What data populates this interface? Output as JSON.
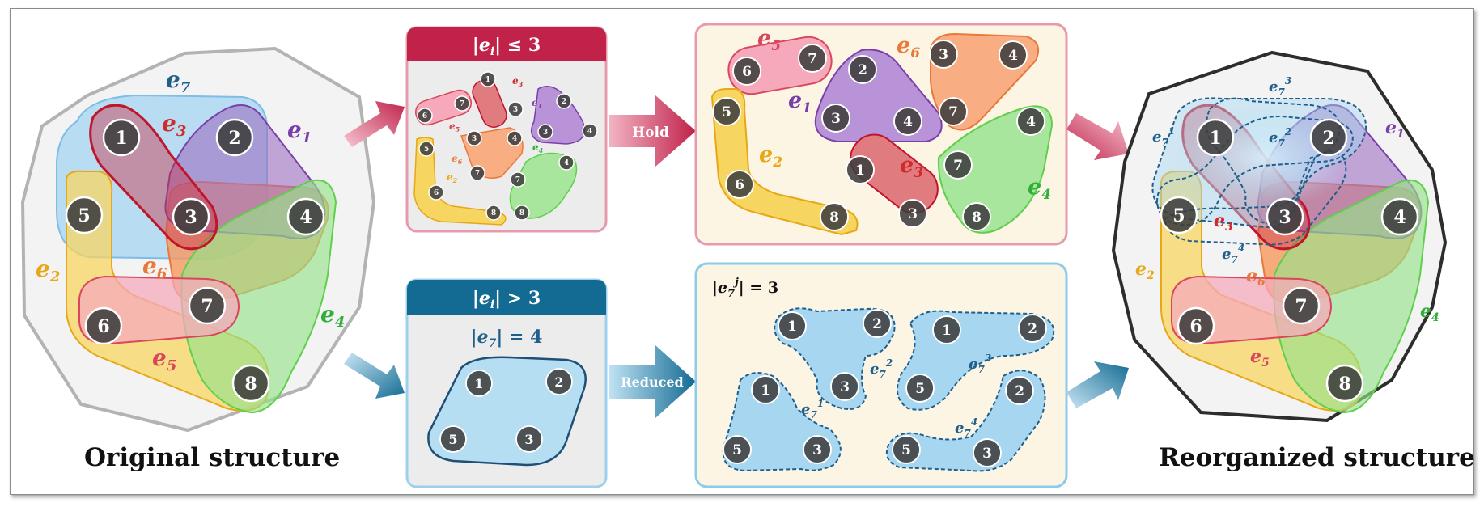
{
  "captions": {
    "original": "Original structure",
    "reorganized": "Reorganized structure"
  },
  "panels": {
    "hold_condition": "|e",
    "hold_condition_sub": "i",
    "hold_condition_tail": "| ≤ 3",
    "reduce_condition": "|e",
    "reduce_condition_sub": "i",
    "reduce_condition_tail": "| > 3",
    "e7_size_label": "|e₇| = 4",
    "subset_size_label": "|e₇ʲ| = 3"
  },
  "arrows": {
    "hold": "Hold",
    "reduced": "Reduced"
  },
  "nodes": [
    "1",
    "2",
    "3",
    "4",
    "5",
    "6",
    "7",
    "8"
  ],
  "hyperedges": {
    "e1": {
      "label": "e1",
      "base": "e",
      "sub": "1",
      "color": "#7a3fa8"
    },
    "e2": {
      "label": "e2",
      "base": "e",
      "sub": "2",
      "color": "#e6a817"
    },
    "e3": {
      "label": "e3",
      "base": "e",
      "sub": "3",
      "color": "#d12a2a"
    },
    "e4": {
      "label": "e4",
      "base": "e",
      "sub": "4",
      "color": "#2fae3a"
    },
    "e5": {
      "label": "e5",
      "base": "e",
      "sub": "5",
      "color": "#d9475c"
    },
    "e6": {
      "label": "e6",
      "base": "e",
      "sub": "6",
      "color": "#e9793a"
    },
    "e7": {
      "label": "e7",
      "base": "e",
      "sub": "7",
      "color": "#1f5f8b"
    }
  },
  "split_edges": [
    {
      "base": "e",
      "sub": "7",
      "sup": "1",
      "members": [
        "1",
        "5",
        "3"
      ]
    },
    {
      "base": "e",
      "sub": "7",
      "sup": "2",
      "members": [
        "1",
        "2",
        "3"
      ]
    },
    {
      "base": "e",
      "sub": "7",
      "sup": "3",
      "members": [
        "1",
        "2",
        "5"
      ]
    },
    {
      "base": "e",
      "sub": "7",
      "sup": "4",
      "members": [
        "2",
        "5",
        "3"
      ]
    }
  ],
  "colors": {
    "node_fill": "#3d3d3d",
    "hold_accent": "#c0224a",
    "reduce_accent": "#136a93",
    "panel_bg": "#fdf5e4",
    "small_panel_bg": "#ececec"
  }
}
